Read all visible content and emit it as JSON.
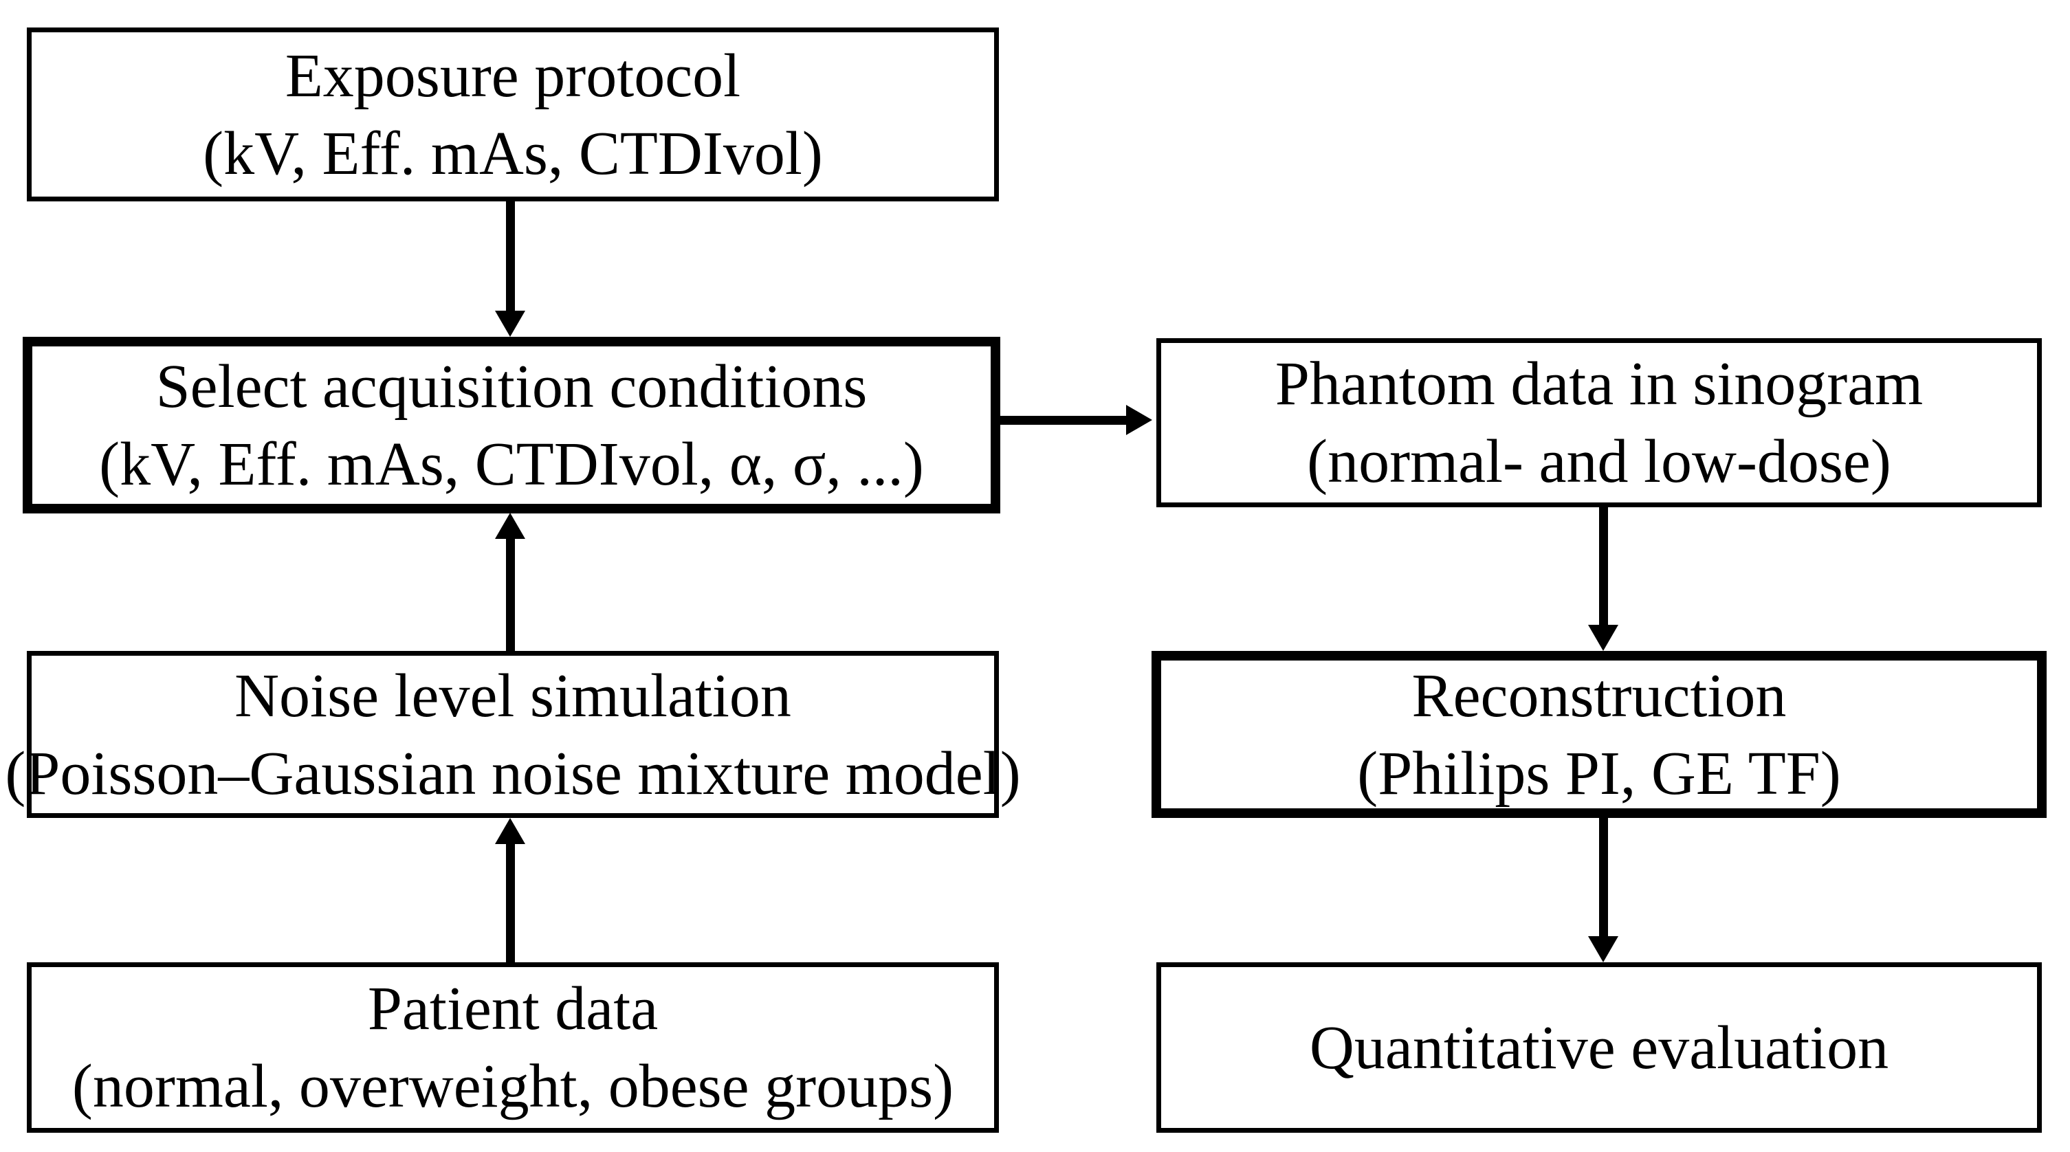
{
  "diagram": {
    "background_color": "#ffffff",
    "line_color": "#000000",
    "boxes": [
      {
        "id": "exposure-protocol",
        "title": "Exposure protocol",
        "subtitle": "(kV, Eff. mAs, CTDIvol)",
        "emphasis": false
      },
      {
        "id": "select-acquisition-conditions",
        "title": "Select acquisition conditions",
        "subtitle": "(kV, Eff. mAs, CTDIvol, α, σ, ...)",
        "emphasis": true
      },
      {
        "id": "noise-level-simulation",
        "title": "Noise level simulation",
        "subtitle": "(Poisson–Gaussian noise mixture model)",
        "emphasis": false
      },
      {
        "id": "patient-data",
        "title": "Patient data",
        "subtitle": "(normal, overweight, obese groups)",
        "emphasis": false
      },
      {
        "id": "phantom-data-in-sinogram",
        "title": "Phantom data in sinogram",
        "subtitle": "(normal- and low-dose)",
        "emphasis": false
      },
      {
        "id": "reconstruction",
        "title": "Reconstruction",
        "subtitle": "(Philips PI, GE TF)",
        "emphasis": true
      },
      {
        "id": "quantitative-evaluation",
        "title": "Quantitative evaluation",
        "subtitle": null,
        "emphasis": false
      }
    ],
    "edges": [
      {
        "from": "exposure-protocol",
        "to": "select-acquisition-conditions",
        "direction": "down"
      },
      {
        "from": "noise-level-simulation",
        "to": "select-acquisition-conditions",
        "direction": "up"
      },
      {
        "from": "patient-data",
        "to": "noise-level-simulation",
        "direction": "up"
      },
      {
        "from": "select-acquisition-conditions",
        "to": "phantom-data-in-sinogram",
        "direction": "right"
      },
      {
        "from": "phantom-data-in-sinogram",
        "to": "reconstruction",
        "direction": "down"
      },
      {
        "from": "reconstruction",
        "to": "quantitative-evaluation",
        "direction": "down"
      }
    ]
  }
}
